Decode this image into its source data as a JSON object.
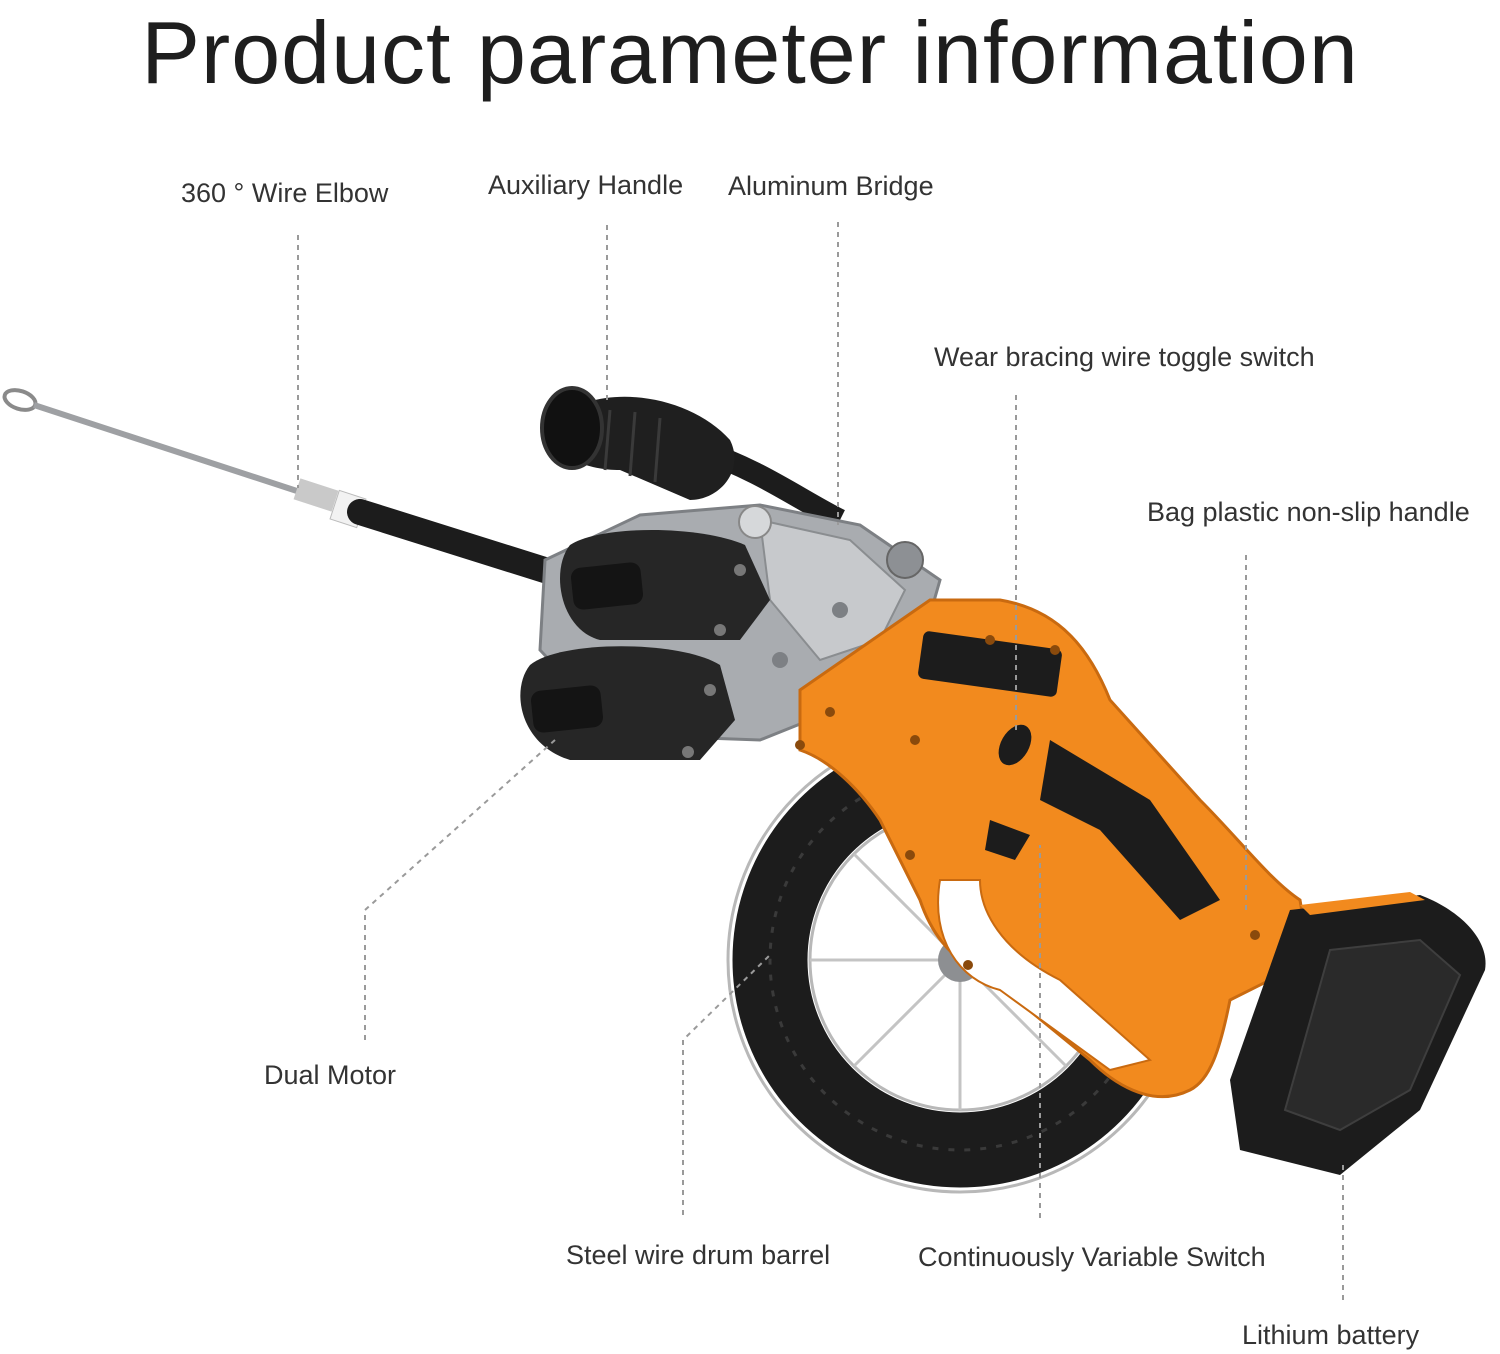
{
  "title": "Product parameter information",
  "colors": {
    "body": "#f28a1e",
    "body_dark": "#c96a10",
    "black": "#1c1c1c",
    "metal": "#a9acb0",
    "leader": "#9a9a9a"
  },
  "labels": {
    "wire_elbow": "360 ° Wire Elbow",
    "auxiliary_handle": "Auxiliary Handle",
    "aluminum_bridge": "Aluminum Bridge",
    "toggle_switch": "Wear bracing wire toggle switch",
    "nonslip_handle": "Bag plastic non-slip handle",
    "dual_motor": "Dual Motor",
    "drum_barrel": "Steel wire drum barrel",
    "variable_switch": "Continuously Variable Switch",
    "lithium_battery": "Lithium battery"
  }
}
